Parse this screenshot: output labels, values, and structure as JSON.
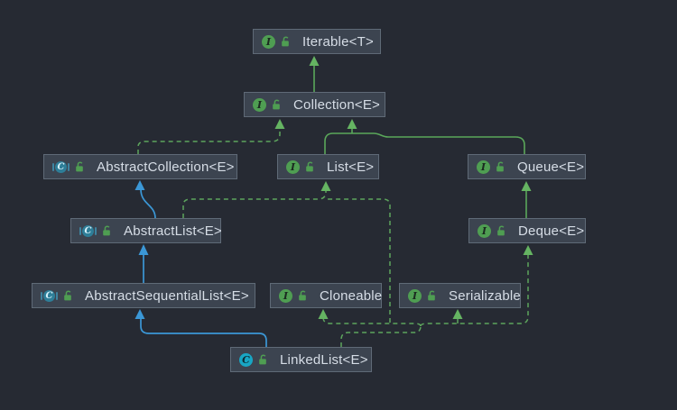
{
  "diagram": {
    "title": "LinkedList class hierarchy",
    "background_color": "#262a33",
    "node_fill": "#3c4450",
    "node_border": "#5f6a77",
    "text_color": "#d6dde6",
    "extends_interface_color": "#5aa75a",
    "implements_color": "#5da55d",
    "extends_class_color": "#3b97d6",
    "arrow_fill_green": "#65b462",
    "arrow_fill_blue": "#3b97d6"
  },
  "icons": {
    "interface_letter": "I",
    "class_letter": "C",
    "lock": "open-padlock"
  },
  "nodes": {
    "iterable": {
      "label": "Iterable<T>",
      "kind": "interface"
    },
    "collection": {
      "label": "Collection<E>",
      "kind": "interface"
    },
    "abstractCollection": {
      "label": "AbstractCollection<E>",
      "kind": "abstract-class"
    },
    "list": {
      "label": "List<E>",
      "kind": "interface"
    },
    "queue": {
      "label": "Queue<E>",
      "kind": "interface"
    },
    "abstractList": {
      "label": "AbstractList<E>",
      "kind": "abstract-class"
    },
    "deque": {
      "label": "Deque<E>",
      "kind": "interface"
    },
    "abstractSequentialList": {
      "label": "AbstractSequentialList<E>",
      "kind": "abstract-class"
    },
    "cloneable": {
      "label": "Cloneable",
      "kind": "interface"
    },
    "serializable": {
      "label": "Serializable",
      "kind": "interface"
    },
    "linkedList": {
      "label": "LinkedList<E>",
      "kind": "class"
    }
  },
  "edges": [
    {
      "from": "Collection<E>",
      "to": "Iterable<T>",
      "relation": "extends",
      "style": "solid-green"
    },
    {
      "from": "AbstractCollection<E>",
      "to": "Collection<E>",
      "relation": "implements",
      "style": "dashed-green"
    },
    {
      "from": "List<E>",
      "to": "Collection<E>",
      "relation": "extends",
      "style": "solid-green"
    },
    {
      "from": "Queue<E>",
      "to": "Collection<E>",
      "relation": "extends",
      "style": "solid-green"
    },
    {
      "from": "AbstractList<E>",
      "to": "AbstractCollection<E>",
      "relation": "extends",
      "style": "solid-blue"
    },
    {
      "from": "AbstractList<E>",
      "to": "List<E>",
      "relation": "implements",
      "style": "dashed-green"
    },
    {
      "from": "Deque<E>",
      "to": "Queue<E>",
      "relation": "extends",
      "style": "solid-green"
    },
    {
      "from": "AbstractSequentialList<E>",
      "to": "AbstractList<E>",
      "relation": "extends",
      "style": "solid-blue"
    },
    {
      "from": "LinkedList<E>",
      "to": "AbstractSequentialList<E>",
      "relation": "extends",
      "style": "solid-blue"
    },
    {
      "from": "LinkedList<E>",
      "to": "List<E>",
      "relation": "implements",
      "style": "dashed-green"
    },
    {
      "from": "LinkedList<E>",
      "to": "Cloneable",
      "relation": "implements",
      "style": "dashed-green"
    },
    {
      "from": "LinkedList<E>",
      "to": "Serializable",
      "relation": "implements",
      "style": "dashed-green"
    },
    {
      "from": "LinkedList<E>",
      "to": "Deque<E>",
      "relation": "implements",
      "style": "dashed-green"
    }
  ]
}
